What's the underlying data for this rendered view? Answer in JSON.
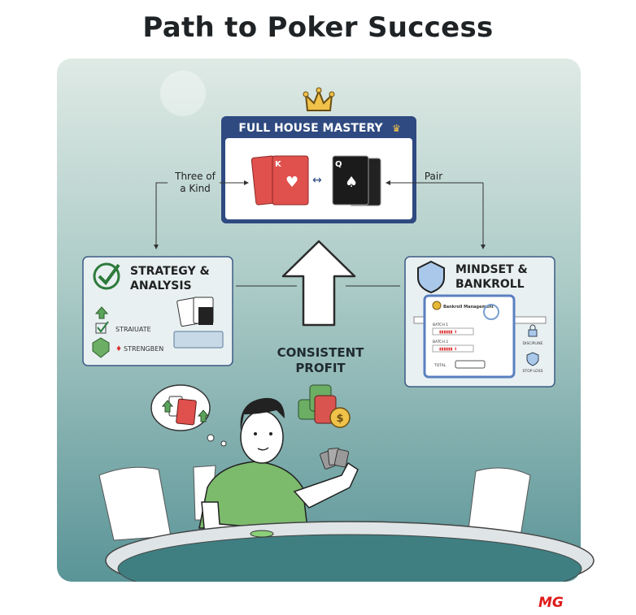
{
  "title": "Path to Poker Success",
  "top_box": {
    "heading": "FULL HOUSE MASTERY",
    "left_label_1": "Three of",
    "left_label_2": "a Kind",
    "right_label": "Pair",
    "card_red_rank": "K",
    "card_black_rank": "Q"
  },
  "strategy_box": {
    "heading_1": "STRATEGY &",
    "heading_2": "ANALYSIS",
    "item_1": "STRAIUATE",
    "item_2": "STRENGBEN"
  },
  "mindset_box": {
    "heading_1": "MINDSET &",
    "heading_2": "BANKROLL",
    "sheet_title": "Bankroll Management",
    "row_1": "BATCH 1",
    "row_2": "BATCH 2",
    "total": "TOTAL",
    "lock_label": "DISCIPLINE",
    "shield_label": "STOP LOSS"
  },
  "center": {
    "line_1": "CONSISTENT",
    "line_2": "PROFIT"
  },
  "watermark": "MG",
  "colors": {
    "panel_top": "#dde9e4",
    "panel_bottom": "#5a9497",
    "header_blue": "#2f4a80",
    "shirt_green": "#7cbb6c",
    "card_red": "#e0504c",
    "gold": "#e8b83a",
    "logo_red": "#e01b1b"
  }
}
